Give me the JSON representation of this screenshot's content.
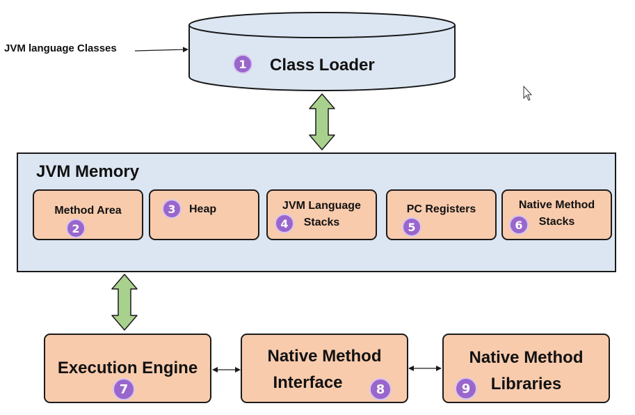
{
  "input": {
    "label": "JVM language Classes"
  },
  "class_loader": {
    "number": "1",
    "label": "Class Loader"
  },
  "memory": {
    "title": "JVM Memory",
    "areas": [
      {
        "number": "2",
        "label": "Method Area"
      },
      {
        "number": "3",
        "label": "Heap"
      },
      {
        "number": "4",
        "label_line1": "JVM Language",
        "label_line2": "Stacks"
      },
      {
        "number": "5",
        "label": "PC Registers"
      },
      {
        "number": "6",
        "label_line1": "Native Method",
        "label_line2": "Stacks"
      }
    ]
  },
  "execution_engine": {
    "number": "7",
    "label": "Execution Engine"
  },
  "native_interface": {
    "number": "8",
    "label_line1": "Native Method",
    "label_line2": "Interface"
  },
  "native_libraries": {
    "number": "9",
    "label_line1": "Native Method",
    "label_line2": "Libraries"
  },
  "colors": {
    "cylinder_fill": "#dce6f2",
    "memory_fill": "#dce6f2",
    "box_fill": "#f8cbad",
    "arrow_fill": "#a9d18e",
    "badge_fill": "#9966cc",
    "outline": "#1a1a1a"
  }
}
